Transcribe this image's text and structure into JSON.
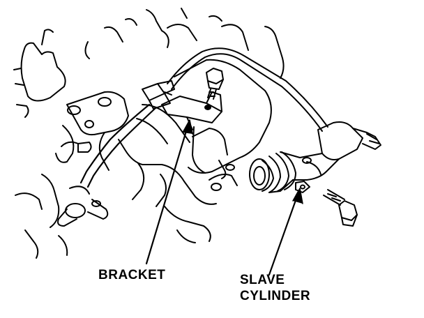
{
  "labels": {
    "bracket": "BRACKET",
    "slave_line1": "SLAVE",
    "slave_line2": "CYLINDER"
  },
  "colors": {
    "ink": "#000000",
    "paper": "#ffffff"
  }
}
